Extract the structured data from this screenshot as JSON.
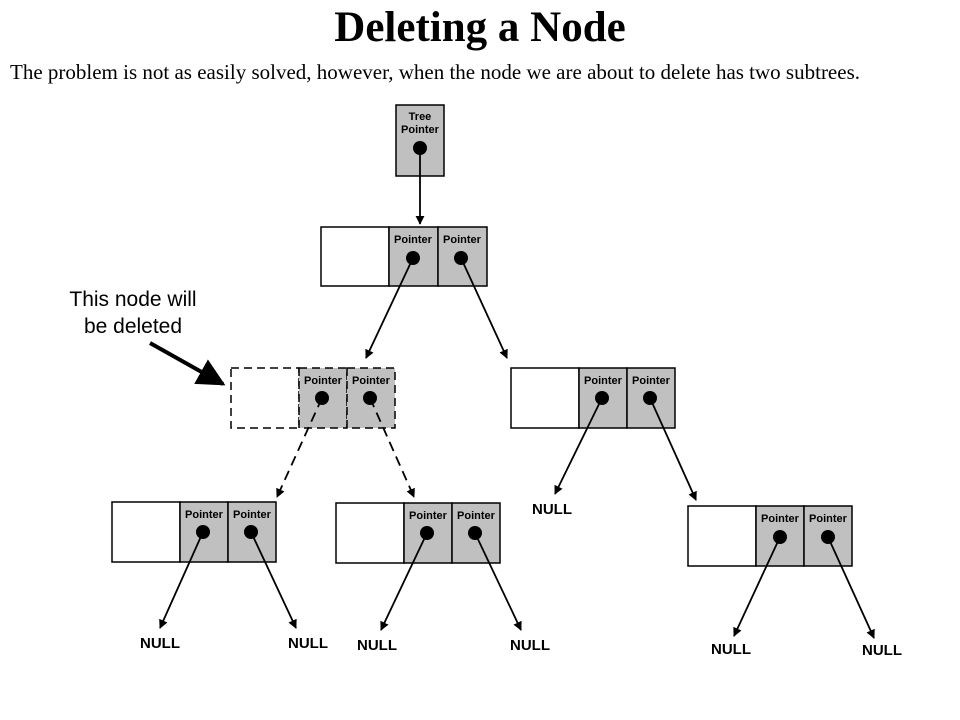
{
  "slide": {
    "title": "Deleting a Node",
    "body": "The problem is not as easily solved, however, when the node we are about to delete has two subtrees."
  },
  "diagram": {
    "tree_pointer_label_line1": "Tree",
    "tree_pointer_label_line2": "Pointer",
    "pointer_label": "Pointer",
    "null_label": "NULL",
    "callout_line1": "This node will",
    "callout_line2": "be deleted",
    "nodes": [
      {
        "id": "root",
        "deleted": false
      },
      {
        "id": "left-child",
        "deleted": true
      },
      {
        "id": "right-child",
        "deleted": false
      },
      {
        "id": "left-left-grandchild",
        "deleted": false
      },
      {
        "id": "left-right-grandchild",
        "deleted": false
      },
      {
        "id": "right-right-grandchild",
        "deleted": false
      }
    ],
    "colors": {
      "pointer_fill": "#c0c0c0",
      "data_fill": "#ffffff",
      "line": "#000000"
    }
  }
}
